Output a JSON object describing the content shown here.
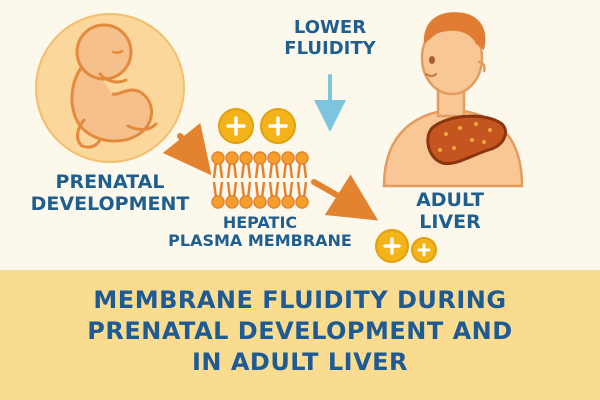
{
  "labels": {
    "prenatal": [
      "PRENATAL",
      "DEVELOPMENT"
    ],
    "hepatic": [
      "HEPATIC",
      "PLASMA MEMBRANE"
    ],
    "fluidity": [
      "LOWER",
      "FLUIDITY"
    ],
    "adult": [
      "ADULT",
      "LIVER"
    ]
  },
  "banner_title": [
    "MEMBRANE FLUIDITY DURING",
    "PRENATAL DEVELOPMENT AND",
    "IN ADULT LIVER"
  ],
  "colors": {
    "text": "#1f5f8f",
    "banner": "#f9dc8f",
    "ion": "#f2b418",
    "arrow_orange": "#e4832f",
    "arrow_blue": "#7dc5dc",
    "skin": "#f8c795",
    "liver": "#c4551f"
  }
}
